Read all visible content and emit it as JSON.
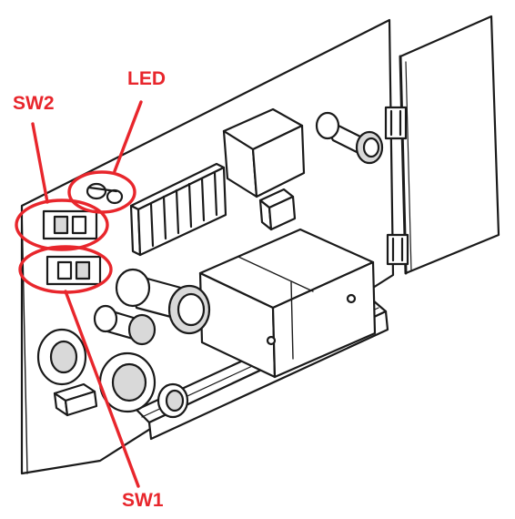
{
  "labels": {
    "led": "LED",
    "sw2": "SW2",
    "sw1": "SW1"
  },
  "colors": {
    "annotation": "#e8262c",
    "line": "#1a1a1a",
    "fill": "#ffffff",
    "shade": "#d9d9d9"
  }
}
